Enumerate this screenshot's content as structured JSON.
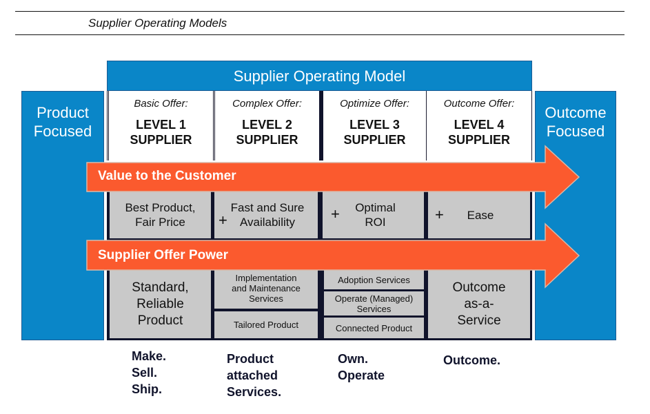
{
  "page": {
    "title": "Supplier Operating Models"
  },
  "diagram": {
    "header": "Supplier Operating Model",
    "left_panel": [
      "Product",
      "Focused"
    ],
    "right_panel": [
      "Outcome",
      "Focused"
    ],
    "levels": [
      {
        "offer": "Basic Offer:",
        "name": [
          "LEVEL 1",
          "SUPPLIER"
        ]
      },
      {
        "offer": "Complex Offer:",
        "name": [
          "LEVEL 2",
          "SUPPLIER"
        ]
      },
      {
        "offer": "Optimize Offer:",
        "name": [
          "LEVEL 3",
          "SUPPLIER"
        ]
      },
      {
        "offer": "Outcome Offer:",
        "name": [
          "LEVEL 4",
          "SUPPLIER"
        ]
      }
    ],
    "arrows": {
      "value": "Value to the Customer",
      "power": "Supplier Offer Power",
      "color": "#fb5a2e"
    },
    "value_row": [
      {
        "prefix": "",
        "text": [
          "Best Product,",
          "Fair Price"
        ]
      },
      {
        "prefix": "+",
        "text": [
          "Fast and Sure",
          "Availability"
        ]
      },
      {
        "prefix": "+",
        "text": [
          "Optimal",
          "ROI"
        ]
      },
      {
        "prefix": "+",
        "text": [
          "Ease"
        ]
      }
    ],
    "offer_row": {
      "level1": [
        "Standard,",
        "Reliable",
        "Product"
      ],
      "level2": [
        [
          "Implementation",
          "and Maintenance",
          "Services"
        ],
        [
          "Tailored Product"
        ]
      ],
      "level3": [
        [
          "Adoption Services"
        ],
        [
          "Operate (Managed)",
          "Services"
        ],
        [
          "Connected Product"
        ]
      ],
      "level4": [
        "Outcome",
        "as-a-",
        "Service"
      ]
    },
    "taglines": [
      [
        "Make.",
        "Sell.",
        "Ship."
      ],
      [
        "Product",
        "attached",
        "Services."
      ],
      [
        "Own.",
        "Operate"
      ],
      [
        "Outcome."
      ]
    ],
    "colors": {
      "blue": "#0a86c8",
      "orange": "#fb5a2e",
      "grey": "#c9c9c9",
      "navy": "#10132b"
    }
  }
}
